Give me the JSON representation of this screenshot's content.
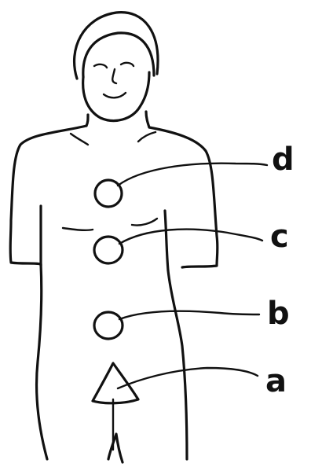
{
  "diagram": {
    "labels": {
      "d": "d",
      "c": "c",
      "b": "b",
      "a": "a"
    },
    "ink_color": "#111111",
    "background_color": "#ffffff"
  }
}
